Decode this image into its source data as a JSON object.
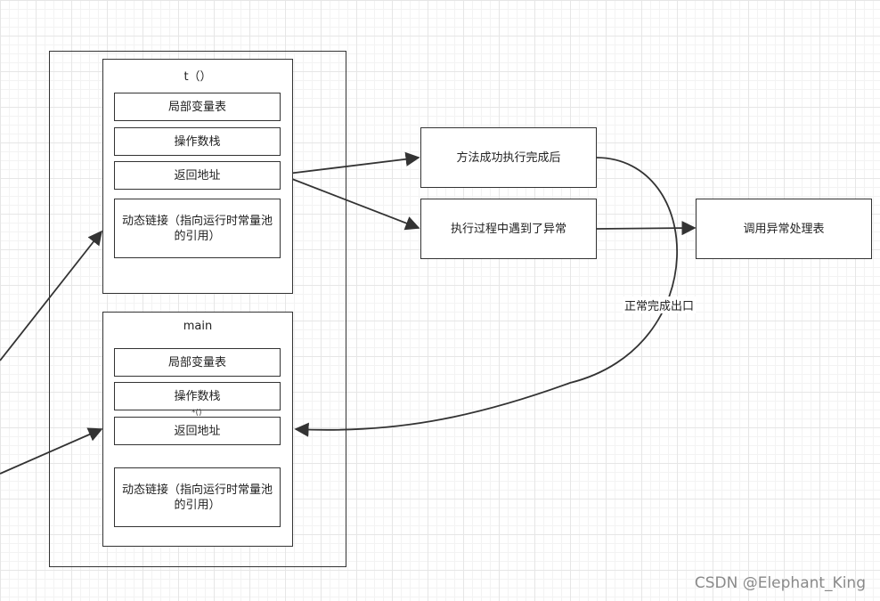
{
  "frames": {
    "t": {
      "title": "t（）",
      "local_vars": "局部变量表",
      "operand_stack": "操作数栈",
      "return_address": "返回地址",
      "dynamic_link": "动态链接（指向运行时常量池的引用）"
    },
    "main": {
      "title": "main",
      "local_vars": "局部变量表",
      "operand_stack": "操作数栈",
      "return_address": "返回地址",
      "dynamic_link": "动态链接（指向运行时常量池的引用）",
      "stray_text": "*()"
    }
  },
  "outcomes": {
    "normal": "方法成功执行完成后",
    "exception": "执行过程中遇到了异常",
    "handler": "调用异常处理表",
    "normal_exit_label": "正常完成出口"
  },
  "watermark": "CSDN @Elephant_King",
  "colors": {
    "line": "#333333",
    "grid": "#e6e6e6",
    "watermark": "#8a8a8a"
  }
}
